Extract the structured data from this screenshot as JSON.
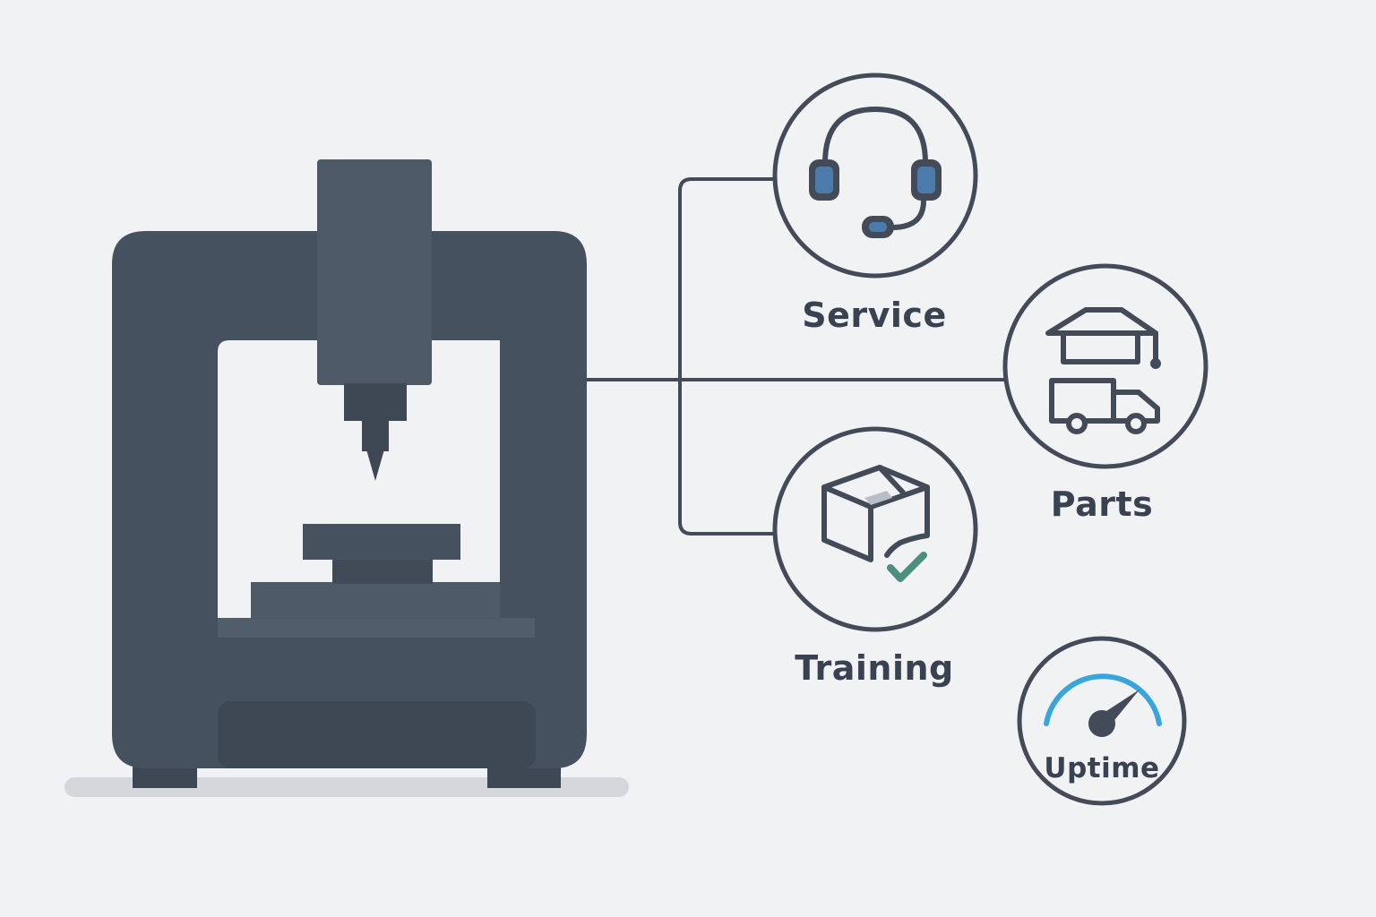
{
  "nodes": {
    "service": {
      "label": "Service",
      "icon": "headset-icon"
    },
    "parts": {
      "label": "Parts",
      "icon": "warehouse-truck-icon"
    },
    "training": {
      "label": "Training",
      "icon": "box-check-icon"
    },
    "uptime": {
      "label": "Uptime",
      "icon": "gauge-icon"
    }
  },
  "colors": {
    "background": "#f1f2f4",
    "machine": "#465160",
    "outline": "#434b58",
    "accent_blue": "#4a7bab",
    "gauge_blue": "#3aa5dd",
    "check_green": "#4d8f7e"
  }
}
